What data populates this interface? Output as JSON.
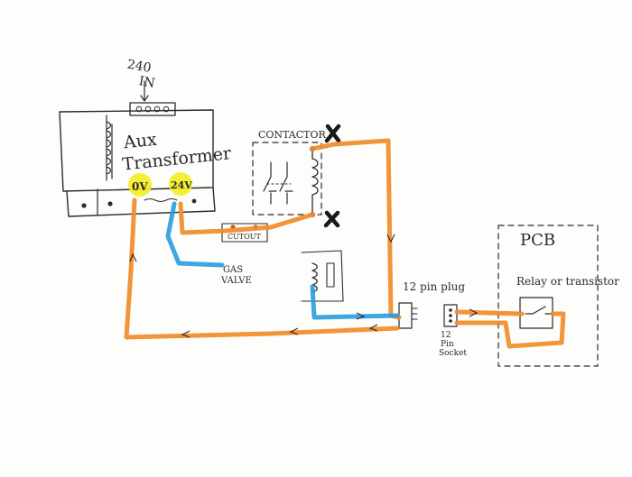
{
  "labels": {
    "input": "240\nIN",
    "transformer": "Aux\nTransformer",
    "zero_volt": "0V",
    "volt_24": "24V",
    "contactor": "CONTACTOR",
    "cutout": "CUTOUT",
    "gas_valve": "GAS\nVALVE",
    "plug": "12 pin plug",
    "socket": "12\nPin\nSocket",
    "pcb": "PCB",
    "relay": "Relay or transistor"
  },
  "colors": {
    "wire_orange": "#f28c2a",
    "wire_blue": "#2a9be0",
    "highlight": "#f4ee20",
    "ink": "#2b2b2b",
    "paper": "#fdfdfb"
  },
  "icons": {
    "terminal": "terminal-block-icon",
    "coil": "coil-icon",
    "switch": "switch-icon",
    "cross": "cross-mark-icon"
  }
}
